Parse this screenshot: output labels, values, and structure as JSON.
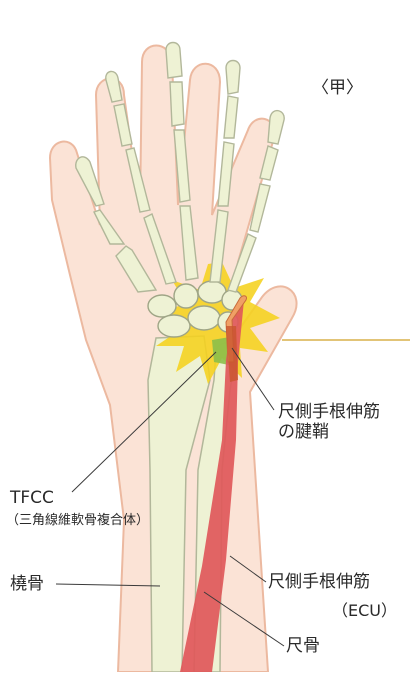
{
  "labels": {
    "view": "〈甲〉",
    "ecu_sheath_line1": "尺側手根伸筋",
    "ecu_sheath_line2": "の腱鞘",
    "tfcc": "TFCC",
    "tfcc_full": "（三角線維軟骨複合体）",
    "radius": "橈骨",
    "ecu": "尺側手根伸筋",
    "ecu_abbr": "（ECU）",
    "ulna": "尺骨"
  },
  "colors": {
    "skin_fill": "#fbe3d6",
    "skin_outline": "#ecb9a0",
    "bone_fill": "#eef2d4",
    "bone_outline": "#b2b79a",
    "tendon": "#e0585a",
    "pain_burst": "#f5d21e",
    "green_tfcc": "#8cbf4a",
    "leader_line": "#3a3a3a",
    "pointer_line": "#d9b14a"
  }
}
